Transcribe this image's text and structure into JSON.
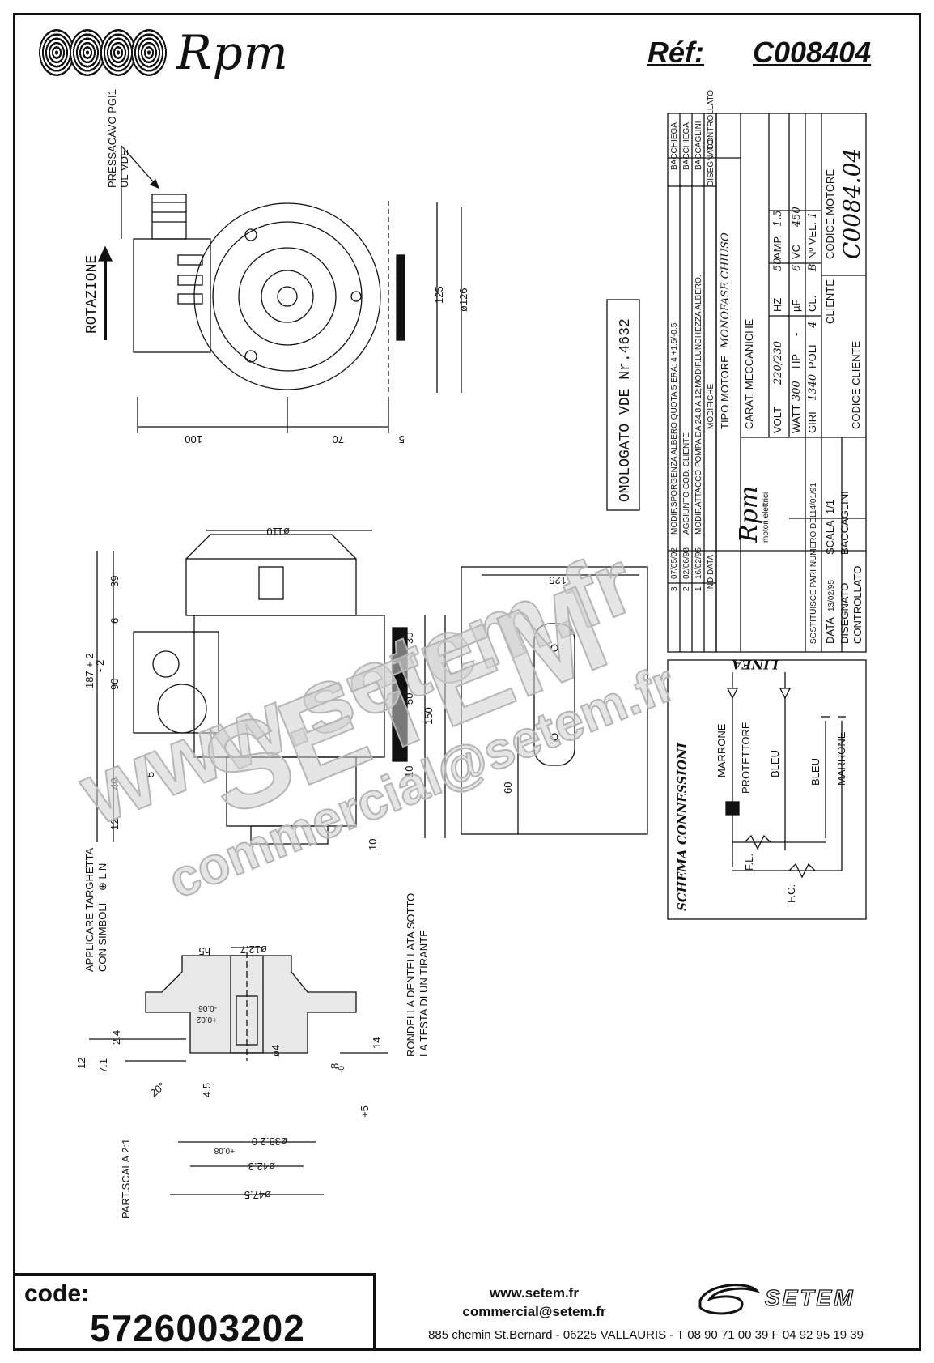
{
  "header": {
    "brand": "Rpm",
    "ref_label": "Réf:",
    "ref_value": "C008404"
  },
  "top_view": {
    "cable_gland": "PRESSACAVO PGI1",
    "cable_gland_std": "UL-VDE",
    "rotation": "ROTAZIONE",
    "dims": [
      "125",
      "ø126",
      "100",
      "70",
      "5"
    ]
  },
  "approval": "OMOLOGATO VDE Nr.4632",
  "side_view": {
    "dims": [
      "ø110",
      "39",
      "6",
      "90",
      "40",
      "12",
      "5",
      "187 + 2",
      "- 2",
      "30",
      "50",
      "150",
      "10",
      "10"
    ]
  },
  "plate": {
    "dims": [
      "125",
      "60"
    ]
  },
  "notes": {
    "nameplate_1": "APPLICARE TARGHETTA",
    "nameplate_2": "CON SIMBOLI",
    "nameplate_symbols": "⊕ L N",
    "washer_1": "RONDELLA DENTELLATA SOTTO",
    "washer_2": "LA TESTA DI UN TIRANTE",
    "detail_scale": "PART.SCALA 2:1"
  },
  "shaft_detail": {
    "dims": [
      "ø12.7",
      "h5",
      "+0.02",
      "-0.06",
      "2.4",
      "12",
      "7.1",
      "4.5",
      "ø4",
      "14",
      "8",
      "20°",
      "ø38.2 0",
      "+0.08",
      "ø42.3",
      "ø47.5",
      "-0",
      "+5"
    ]
  },
  "title_block": {
    "revisions": [
      {
        "ind": "3",
        "date": "07/05/02",
        "text": "MODIF.SPORGENZA ALBERO QUOTA 5 ERA: 4 +1.5/-0.5",
        "drawn": "BACCHIEGA"
      },
      {
        "ind": "2",
        "date": "02/06/98",
        "text": "AGGIUNTO COD. CLIENTE",
        "drawn": "BACCHIEGA"
      },
      {
        "ind": "1",
        "date": "16/02/95",
        "text": "MODIF.ATTACCO POMPA DA 24.8 A 12;MODIF.LUNGHEZZA ALBERO.",
        "drawn": "BACCAGLINI"
      }
    ],
    "rev_headers": {
      "ind": "IND",
      "date": "DATA",
      "mod": "MODIFICHE",
      "drawn": "DISEGNATO",
      "checked": "CONTROLLATO"
    },
    "company": "Rpm",
    "company_sub": "motori elettrici",
    "motor_type_label": "TIPO MOTORE",
    "motor_type": "MONOFASE CHIUSO",
    "mech_label": "CARAT. MECCANICHE",
    "mech_value": "-",
    "volt_label": "VOLT",
    "volt": "220/230",
    "hz_label": "HZ",
    "hz": "50",
    "amp_label": "AMP.",
    "amp": "1.5",
    "watt_label": "WATT",
    "watt": "300",
    "hp_label": "HP",
    "hp": "-",
    "uf_label": "µF",
    "uf": "6",
    "vc_label": "VC",
    "vc": "450",
    "rpm_label": "GIRI",
    "rpm": "1340",
    "poles_label": "POLI",
    "poles": "4",
    "cl_label": "CL.",
    "cl": "B",
    "speeds_label": "Nº VEL.",
    "speeds": "1",
    "replaces_label": "SOSTITUISCE PARI NUMERO DEL",
    "replaces": "14/01/91",
    "date_label": "DATA",
    "date": "13/02/95",
    "scale_label": "SCALA",
    "scale": "1/1",
    "drawn_label": "DISEGNATO",
    "drawn": "BACCAGLINI",
    "checked_label": "CONTROLLATO",
    "client_label": "CLIENTE",
    "client_code_label": "CODICE CLIENTE",
    "motor_code_label": "CODICE MOTORE",
    "motor_code": "C0084.04"
  },
  "wiring": {
    "title": "SCHEMA CONNESSIONI",
    "line": "LINEA",
    "labels": [
      "MARRONE",
      "PROTETTORE",
      "BLEU",
      "BLEU",
      "MARRONE",
      "F.L.",
      "F.C."
    ]
  },
  "watermark": {
    "w1": "www.setem.fr",
    "w2": "SETEM",
    "w3": "commercial@setem.fr"
  },
  "footer": {
    "code_label": "code:",
    "code": "5726003202",
    "web": "www.setem.fr",
    "email": "commercial@setem.fr",
    "logo": "SETEM",
    "address": "885 chemin St.Bernard  -  06225 VALLAURIS  -  T 08 90 71 00 39   F 04 92 95 19 39"
  }
}
